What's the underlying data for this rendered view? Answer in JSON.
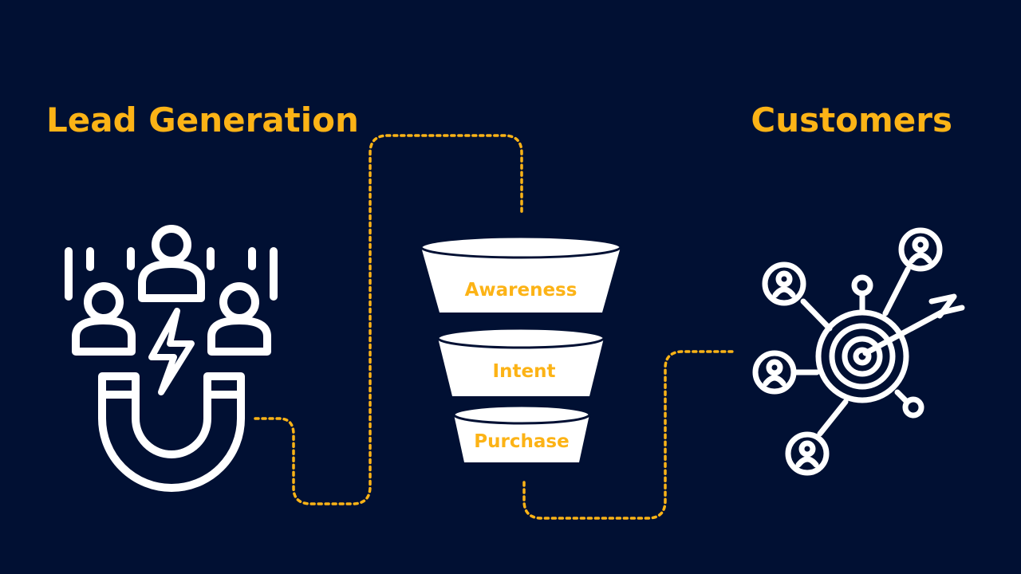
{
  "titles": {
    "left": "Lead Generation",
    "right": "Customers"
  },
  "funnel": {
    "stages": [
      "Awareness",
      "Intent",
      "Purchase"
    ]
  },
  "colors": {
    "background": "#011033",
    "accent": "#FCB316",
    "icon": "#FFFFFF"
  },
  "icons": {
    "left": "lead-magnet-icon",
    "right": "customer-target-network-icon"
  }
}
